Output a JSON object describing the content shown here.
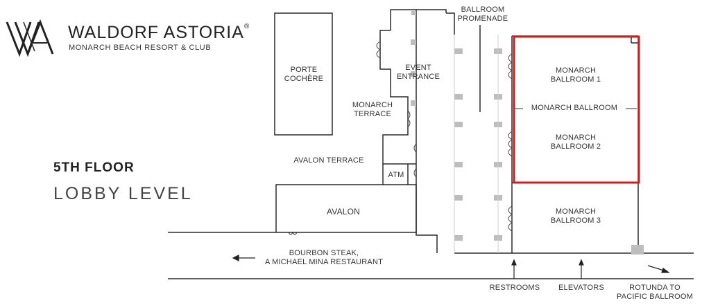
{
  "brand": {
    "name": "WALDORF ASTORIA",
    "trademark": "®",
    "subtitle": "MONARCH BEACH RESORT & CLUB",
    "logo_monogram": "WA"
  },
  "floor": {
    "title": "5TH FLOOR",
    "subtitle": "LOBBY LEVEL"
  },
  "rooms": {
    "ballroom_promenade": "BALLROOM\nPROMENADE",
    "event_entrance": "EVENT\nENTRANCE",
    "porte_cochere": "PORTE\nCOCHÈRE",
    "monarch_terrace": "MONARCH\nTERRACE",
    "avalon_terrace": "AVALON TERRACE",
    "atm": "ATM",
    "avalon": "AVALON",
    "monarch_ballroom_1": "MONARCH\nBALLROOM 1",
    "monarch_ballroom": "MONARCH BALLROOM",
    "monarch_ballroom_2": "MONARCH\nBALLROOM 2",
    "monarch_ballroom_3": "MONARCH\nBALLROOM 3"
  },
  "directions": {
    "bourbon_steak": "BOURBON STEAK,\nA MICHAEL MINA RESTAURANT",
    "restrooms": "RESTROOMS",
    "elevators": "ELEVATORS",
    "rotunda": "ROTUNDA TO\nPACIFIC BALLROOM"
  },
  "colors": {
    "wall": "#2b2b2b",
    "door": "#444444",
    "pillar": "#bdbdbd",
    "highlight": "#cc1f1f",
    "text": "#333333"
  }
}
